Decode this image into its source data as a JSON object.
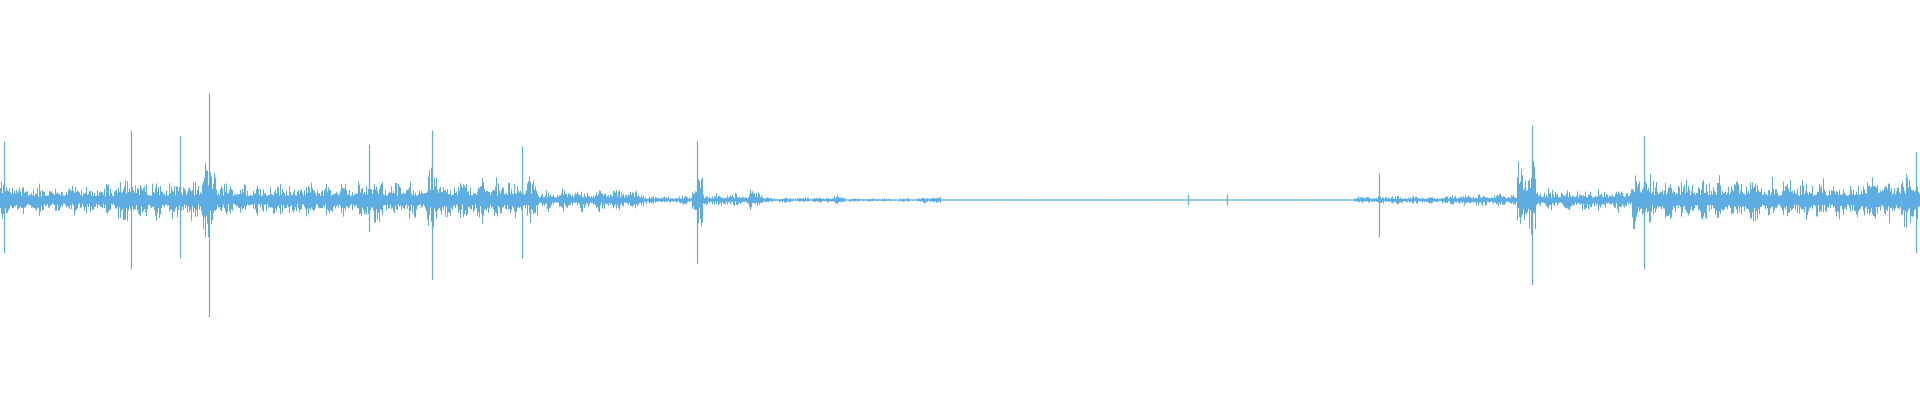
{
  "waveform": {
    "color": "#5dade2",
    "background": "#ffffff",
    "segments": [
      {
        "from": 0.0,
        "to": 0.012,
        "level": 0.45
      },
      {
        "from": 0.012,
        "to": 0.06,
        "level": 0.35
      },
      {
        "from": 0.06,
        "to": 0.07,
        "level": 0.65
      },
      {
        "from": 0.07,
        "to": 0.105,
        "level": 0.45
      },
      {
        "from": 0.105,
        "to": 0.112,
        "level": 0.95
      },
      {
        "from": 0.112,
        "to": 0.19,
        "level": 0.4
      },
      {
        "from": 0.19,
        "to": 0.2,
        "level": 0.55
      },
      {
        "from": 0.2,
        "to": 0.222,
        "level": 0.45
      },
      {
        "from": 0.222,
        "to": 0.23,
        "level": 0.7
      },
      {
        "from": 0.23,
        "to": 0.25,
        "level": 0.45
      },
      {
        "from": 0.25,
        "to": 0.28,
        "level": 0.5
      },
      {
        "from": 0.28,
        "to": 0.335,
        "level": 0.25
      },
      {
        "from": 0.335,
        "to": 0.36,
        "level": 0.1
      },
      {
        "from": 0.36,
        "to": 0.366,
        "level": 0.6
      },
      {
        "from": 0.366,
        "to": 0.39,
        "level": 0.15
      },
      {
        "from": 0.39,
        "to": 0.397,
        "level": 0.25
      },
      {
        "from": 0.397,
        "to": 0.43,
        "level": 0.06
      },
      {
        "from": 0.43,
        "to": 0.44,
        "level": 0.1
      },
      {
        "from": 0.44,
        "to": 0.48,
        "level": 0.04
      },
      {
        "from": 0.48,
        "to": 0.49,
        "level": 0.08
      },
      {
        "from": 0.49,
        "to": 0.705,
        "level": 0.015
      },
      {
        "from": 0.705,
        "to": 0.755,
        "level": 0.1
      },
      {
        "from": 0.755,
        "to": 0.79,
        "level": 0.15
      },
      {
        "from": 0.79,
        "to": 0.8,
        "level": 0.85
      },
      {
        "from": 0.8,
        "to": 0.85,
        "level": 0.25
      },
      {
        "from": 0.85,
        "to": 0.86,
        "level": 0.65
      },
      {
        "from": 0.86,
        "to": 0.92,
        "level": 0.5
      },
      {
        "from": 0.92,
        "to": 0.97,
        "level": 0.45
      },
      {
        "from": 0.97,
        "to": 1.0,
        "level": 0.55
      }
    ],
    "spikes": [
      {
        "at": 0.002,
        "up": 0.55,
        "down": 0.5
      },
      {
        "at": 0.068,
        "up": 0.65,
        "down": 0.65
      },
      {
        "at": 0.094,
        "up": 0.6,
        "down": 0.55
      },
      {
        "at": 0.109,
        "up": 1.0,
        "down": 1.1
      },
      {
        "at": 0.192,
        "up": 0.52,
        "down": 0.3
      },
      {
        "at": 0.225,
        "up": 0.65,
        "down": 0.75
      },
      {
        "at": 0.272,
        "up": 0.5,
        "down": 0.55
      },
      {
        "at": 0.363,
        "up": 0.55,
        "down": 0.6
      },
      {
        "at": 0.619,
        "up": 0.05,
        "down": 0.05
      },
      {
        "at": 0.639,
        "up": 0.05,
        "down": 0.05
      },
      {
        "at": 0.718,
        "up": 0.25,
        "down": 0.35
      },
      {
        "at": 0.798,
        "up": 0.7,
        "down": 0.8
      },
      {
        "at": 0.856,
        "up": 0.6,
        "down": 0.65
      },
      {
        "at": 0.998,
        "up": 0.45,
        "down": 0.5
      }
    ]
  }
}
